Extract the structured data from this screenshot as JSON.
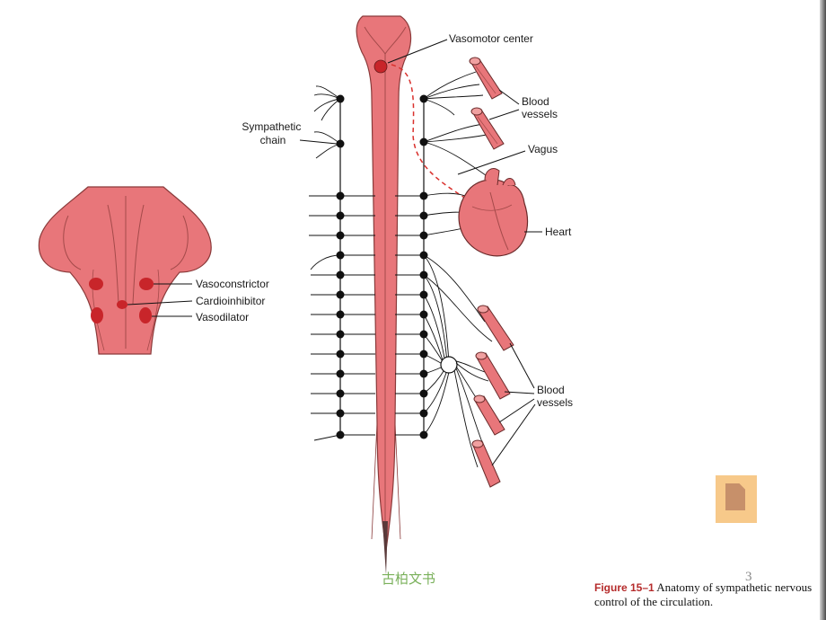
{
  "labels": {
    "vasomotor_center": "Vasomotor center",
    "blood_vessels_top": "Blood vessels",
    "sympathetic_chain": "Sympathetic chain",
    "vagus": "Vagus",
    "heart": "Heart",
    "vasoconstrictor": "Vasoconstrictor",
    "cardioinhibitor": "Cardioinhibitor",
    "vasodilator": "Vasodilator",
    "blood_vessels_bottom": "Blood vessels"
  },
  "caption": {
    "figure_number": "Figure 15–1",
    "text": "Anatomy of sympathetic nervous control of the circulation."
  },
  "footer": {
    "brand": "古柏文书",
    "page_number": "3"
  },
  "icons": [
    "document-icon"
  ],
  "colors": {
    "tissue": "#e8767a",
    "tissue_dark": "#c0504f",
    "nucleus": "#c8252a",
    "vagus_dashed": "#d9302c",
    "icon_bg": "#f7c98a"
  }
}
